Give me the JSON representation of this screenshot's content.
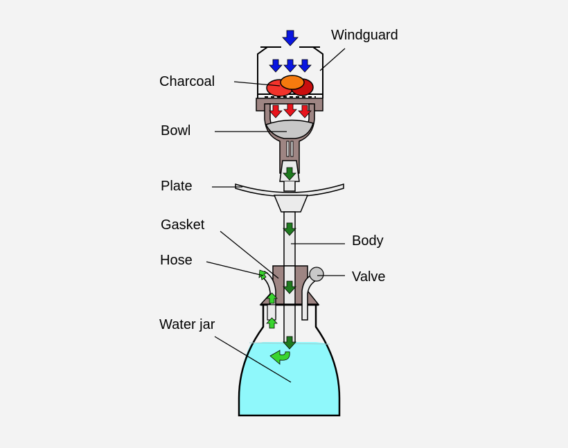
{
  "labels": {
    "windguard": "Windguard",
    "charcoal": "Charcoal",
    "bowl": "Bowl",
    "plate": "Plate",
    "gasket": "Gasket",
    "hose": "Hose",
    "body": "Body",
    "valve": "Valve",
    "water_jar": "Water jar"
  },
  "colors": {
    "background": "#f3f3f3",
    "air_flow": "#0a16e0",
    "hot_flow": "#e8141c",
    "smoke_flow": "#1f7a1f",
    "hose_flow": "#39d42e",
    "water": "#8ff8fb",
    "metal": "#9e8583",
    "charcoal_red": "#f2332b",
    "charcoal_orange": "#f57a0e",
    "charcoal_dark": "#c90e0e",
    "tobacco": "#c8c8c8",
    "pale": "#ebebeb"
  }
}
